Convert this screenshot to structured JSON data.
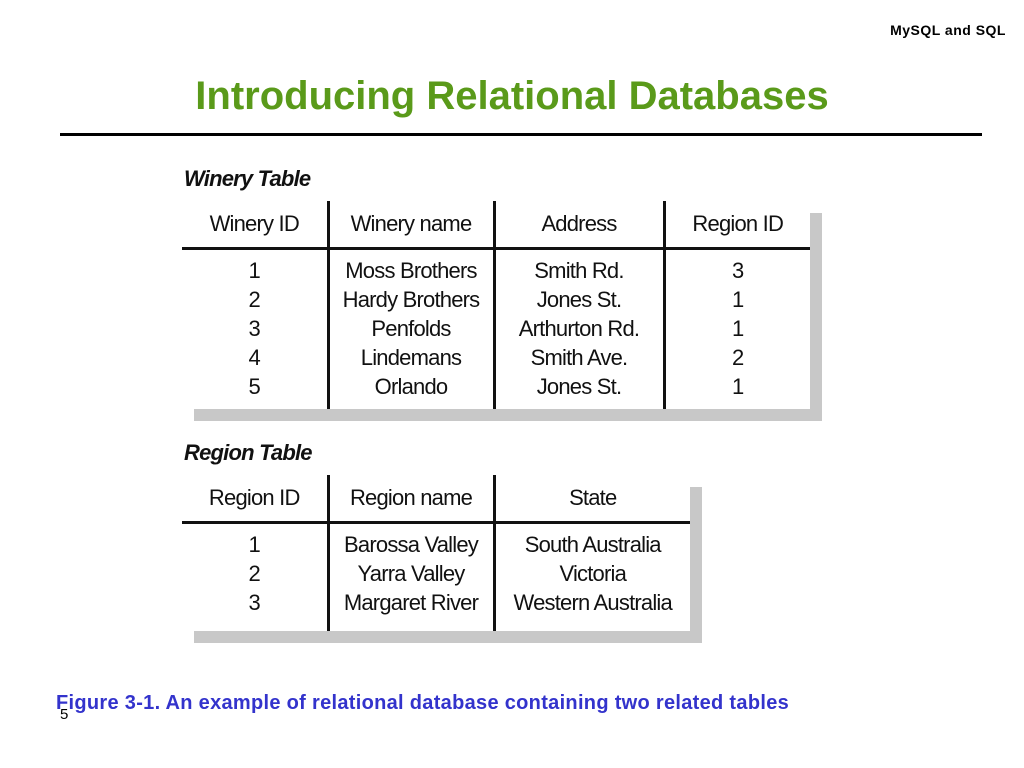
{
  "header": {
    "label": "MySQL and SQL"
  },
  "slide": {
    "title": "Introducing Relational Databases",
    "number": "5"
  },
  "winery_table": {
    "label": "Winery Table",
    "columns": [
      "Winery ID",
      "Winery name",
      "Address",
      "Region ID"
    ],
    "rows": [
      [
        "1",
        "Moss Brothers",
        "Smith Rd.",
        "3"
      ],
      [
        "2",
        "Hardy Brothers",
        "Jones St.",
        "1"
      ],
      [
        "3",
        "Penfolds",
        "Arthurton Rd.",
        "1"
      ],
      [
        "4",
        "Lindemans",
        "Smith Ave.",
        "2"
      ],
      [
        "5",
        "Orlando",
        "Jones St.",
        "1"
      ]
    ]
  },
  "region_table": {
    "label": "Region Table",
    "columns": [
      "Region ID",
      "Region name",
      "State"
    ],
    "rows": [
      [
        "1",
        "Barossa Valley",
        "South Australia"
      ],
      [
        "2",
        "Yarra Valley",
        "Victoria"
      ],
      [
        "3",
        "Margaret River",
        "Western Australia"
      ]
    ]
  },
  "caption": "Figure 3-1. An example of relational database containing two related tables"
}
